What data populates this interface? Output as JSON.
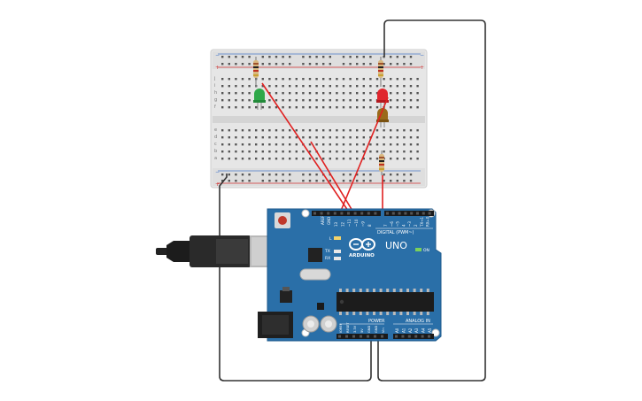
{
  "board": {
    "brand": "ARDUINO",
    "model": "UNO",
    "digital_label": "DIGITAL (PWM~)",
    "analog_label": "ANALOG IN",
    "power_label": "POWER",
    "on_label": "ON",
    "tx_label": "TX",
    "rx_label": "RX",
    "l_label": "L",
    "aref_label": "AREF",
    "gnd_label": "GND",
    "digital_pins": [
      "13",
      "12",
      "~11",
      "~10",
      "~9",
      "8",
      "7",
      "~6",
      "~5",
      "4",
      "~3",
      "2",
      "TX→1",
      "RX←0"
    ],
    "analog_pins": [
      "A0",
      "A1",
      "A2",
      "A3",
      "A4",
      "A5"
    ],
    "power_pins": [
      "IOREF",
      "RESET",
      "3.3V",
      "5V",
      "GND",
      "GND",
      "Vin"
    ]
  },
  "breadboard": {
    "row_letters_top": [
      "j",
      "i",
      "h",
      "g",
      "f"
    ],
    "row_letters_bottom": [
      "e",
      "d",
      "c",
      "b",
      "a"
    ],
    "rail_plus": "+",
    "rail_minus": "−"
  },
  "components": {
    "leds": [
      {
        "name": "green-led",
        "color": "#2fa84a"
      },
      {
        "name": "red-led",
        "color": "#e0262d"
      },
      {
        "name": "yellow-led",
        "color": "#9a6a1a"
      }
    ]
  },
  "colors": {
    "board_blue": "#2a6fa8",
    "wire_red": "#e02020",
    "wire_black": "#333333",
    "breadboard": "#e8e8e8"
  }
}
